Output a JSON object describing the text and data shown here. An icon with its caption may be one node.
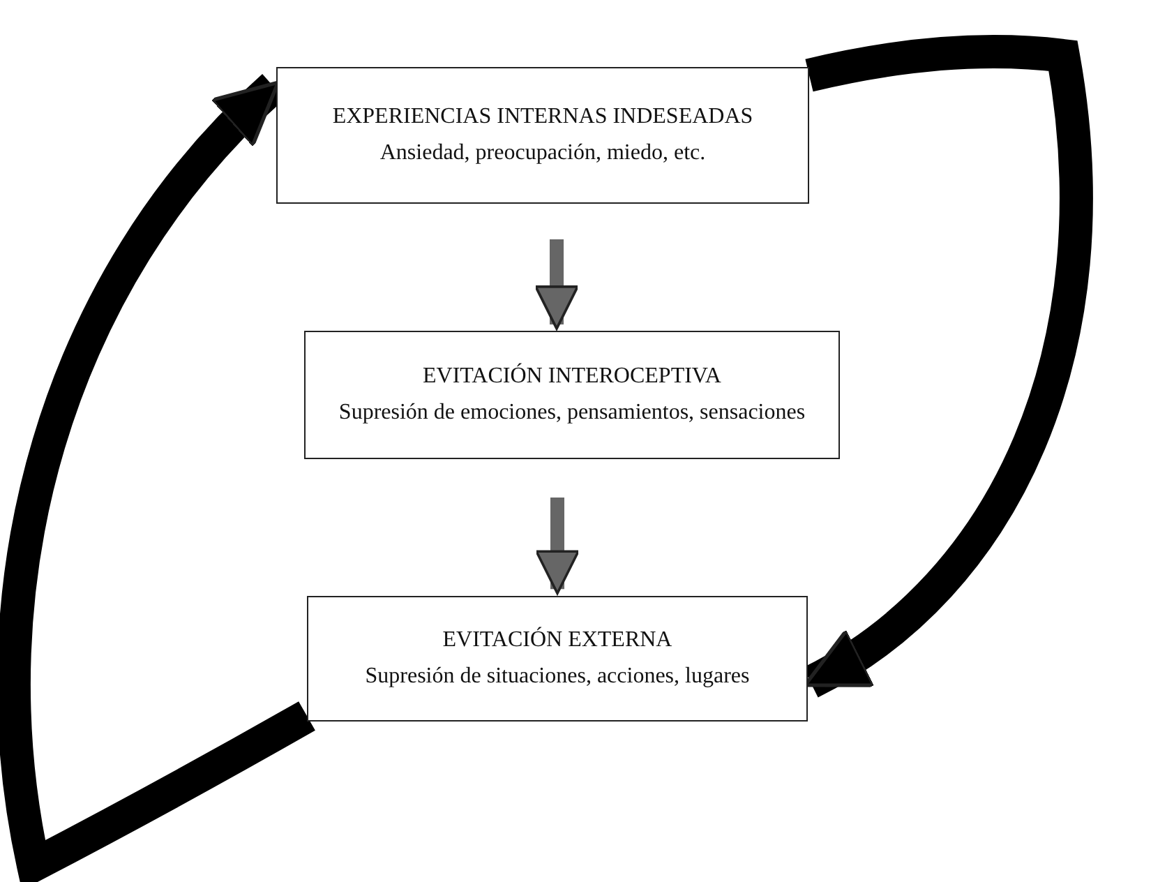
{
  "diagram": {
    "nodes": [
      {
        "text": [
          "EXPERIENCIAS INTERNAS INDESEADAS",
          "Ansiedad, preocupación, miedo, etc."
        ]
      },
      {
        "text": [
          "EVITACIÓN INTEROCEPTIVA",
          "Supresión de emociones, pensamientos, sensaciones"
        ]
      },
      {
        "text": [
          "EVITACIÓN EXTERNA",
          "Supresión de situaciones, acciones, lugares"
        ]
      }
    ],
    "edges": [
      {
        "from": 0,
        "to": 1,
        "arrow": "to",
        "color": "#666666"
      },
      {
        "from": 1,
        "to": 2,
        "arrow": "to",
        "color": "#666666"
      },
      {
        "from": 0,
        "to": 2,
        "arrow": "to",
        "style": "thick",
        "color": "#000000"
      },
      {
        "from": 2,
        "to": 0,
        "arrow": "to",
        "style": "thick",
        "color": "#000000"
      }
    ]
  }
}
